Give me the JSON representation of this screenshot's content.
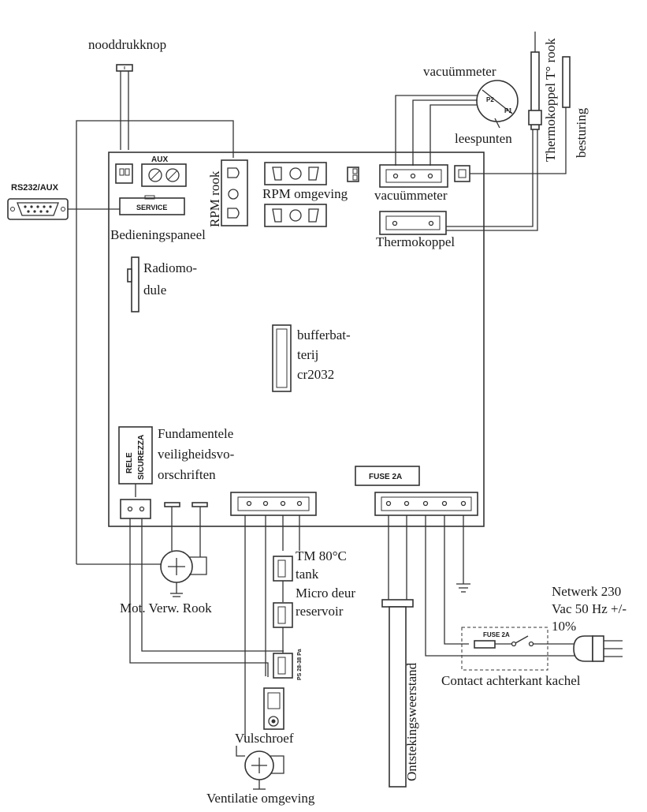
{
  "labels": {
    "nooddrukknop": "nooddrukknop",
    "vacuummeter_top": "vacuümmeter",
    "thermokoppel_rook": "Thermokoppel T° rook",
    "besturing": "besturing",
    "leespunten": "leespunten",
    "p1": "P1",
    "p2": "P2",
    "rs232": "RS232/AUX",
    "aux": "AUX",
    "service": "SERVICE",
    "rpm_rook": "RPM rook",
    "rpm_omgeving": "RPM omgeving",
    "vacuummeter_board": "vacuümmeter",
    "thermokoppel_board": "Thermokoppel",
    "bedieningspaneel": "Bedieningspaneel",
    "radiomodule_1": "Radiomo-",
    "radiomodule_2": "dule",
    "buffer_1": "bufferbat-",
    "buffer_2": "terij",
    "buffer_3": "cr2032",
    "rele": "RELE",
    "sicurezza": "SICUREZZA",
    "fund_1": "Fundamentele",
    "fund_2": "veiligheidsvo-",
    "fund_3": "orschriften",
    "fuse_board": "FUSE 2A",
    "tm_1": "TM 80°C",
    "tm_2": "tank",
    "micro_1": "Micro deur",
    "micro_2": "reservoir",
    "ps": "PS 28-38 Pa",
    "mot_rook": "Mot. Verw. Rook",
    "vulschroef": "Vulschroef",
    "ventilatie": "Ventilatie omgeving",
    "ontsteking": "Ontstekingsweerstand",
    "netwerk_1": "Netwerk 230",
    "netwerk_2": "Vac 50 Hz +/-",
    "netwerk_3": "10%",
    "fuse_contact": "FUSE 2A",
    "contact": "Contact achterkant kachel"
  }
}
